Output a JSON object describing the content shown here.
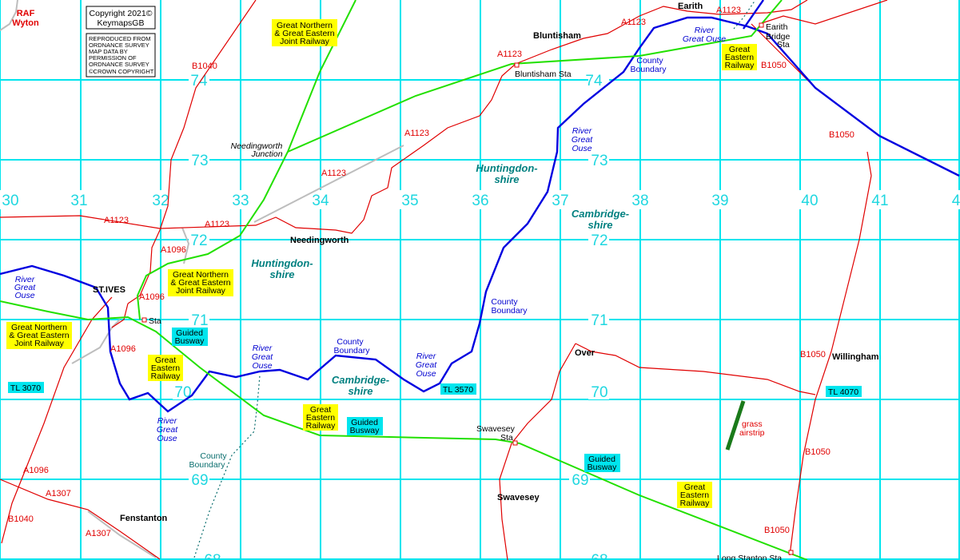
{
  "colors": {
    "grid": "#00e5ee",
    "road": "#e00000",
    "river": "#0000e0",
    "railway": "#22e000",
    "railway_label_bg": "#ffff00",
    "busway_label_bg": "#00e5ee",
    "county": "#008080",
    "airstrip": "#1a7a1a"
  },
  "copyright": {
    "line1": "Copyright 2021©",
    "line2": "KeymapsGB",
    "os": [
      "REPRODUCED FROM",
      "ORDNANCE SURVEY",
      "MAP DATA BY",
      "PERMISSION OF",
      "ORDNANCE SURVEY",
      "©CROWN COPYRIGHT"
    ]
  },
  "eastings": [
    "30",
    "31",
    "32",
    "33",
    "34",
    "35",
    "36",
    "37",
    "38",
    "39",
    "40",
    "41",
    "4"
  ],
  "northings": [
    "74",
    "73",
    "72",
    "71",
    "70",
    "69",
    "68",
    "74",
    "73",
    "72",
    "71",
    "70",
    "69",
    "68"
  ],
  "grid_refs": [
    "TL 3070",
    "TL 3570",
    "TL 4070"
  ],
  "places": {
    "raf": [
      "RAF",
      "Wyton"
    ],
    "earith": "Earith",
    "bluntisham": "Bluntisham",
    "needingworth": "Needingworth",
    "st_ives": "ST.IVES",
    "over": "Over",
    "willingham": "Willingham",
    "swavesey": "Swavesey",
    "fenstanton": "Fenstanton"
  },
  "stations": {
    "bluntisham": "Bluntisham Sta",
    "earith": [
      "Earith",
      "Bridge",
      "Sta"
    ],
    "st_ives": "Sta",
    "swavesey": [
      "Swavesey",
      "Sta"
    ],
    "long_stanton": "Long Stanton Sta"
  },
  "junction": [
    "Needingworth",
    "Junction"
  ],
  "roads": [
    "A1123",
    "A1123",
    "A1123",
    "A1123",
    "A1123",
    "A1123",
    "B1040",
    "A1096",
    "A1096",
    "A1096",
    "B1050",
    "B1050",
    "B1050",
    "B1050",
    "B1050",
    "A1096",
    "A1307",
    "A1307",
    "B1040"
  ],
  "rivers": [
    [
      "River",
      "Great Ouse"
    ],
    [
      "River",
      "Great",
      "Ouse"
    ],
    [
      "River",
      "Great",
      "Ouse"
    ],
    [
      "River",
      "Great",
      "Ouse"
    ],
    [
      "River",
      "Great",
      "Ouse"
    ],
    [
      "River",
      "Great",
      "Ouse"
    ]
  ],
  "county_boundary": [
    [
      "County",
      "Boundary"
    ],
    [
      "County",
      "Boundary"
    ],
    [
      "County",
      "Boundary"
    ],
    [
      "County",
      "Boundary"
    ]
  ],
  "counties": [
    [
      "Huntingdon-",
      "shire"
    ],
    [
      "Cambridge-",
      "shire"
    ],
    [
      "Huntingdon-",
      "shire"
    ],
    [
      "Cambridge-",
      "shire"
    ]
  ],
  "railways": {
    "gnge": [
      "Great Northern",
      "& Great Eastern",
      "Joint Railway"
    ],
    "ge": [
      "Great",
      "Eastern",
      "Railway"
    ],
    "busway": [
      "Guided",
      "Busway"
    ]
  },
  "airstrip": [
    "grass",
    "airstrip"
  ]
}
